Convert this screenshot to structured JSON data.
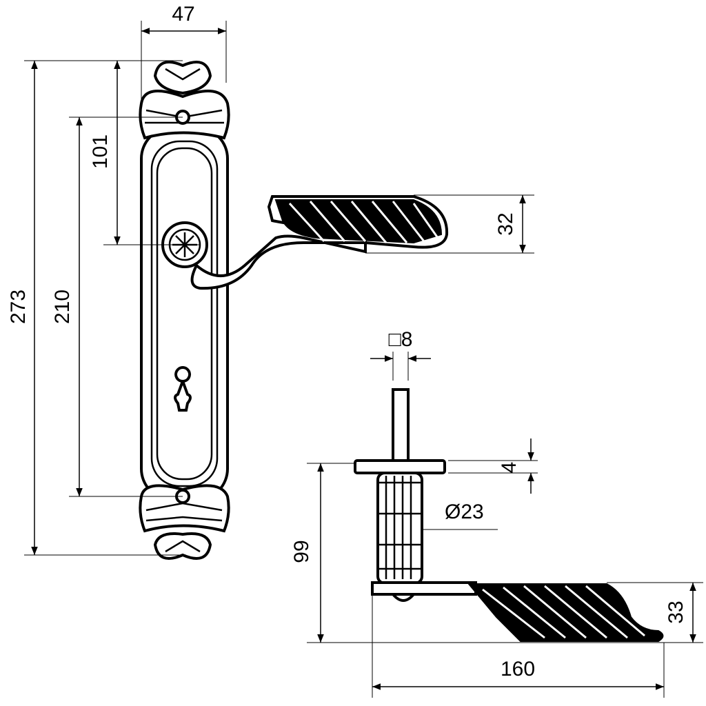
{
  "drawing": {
    "front_view": {
      "plate_width": "47",
      "top_to_rosette": "101",
      "overall_height": "273",
      "fixing_centres": "210",
      "lever_height": "32"
    },
    "side_view": {
      "spindle_square": "□8",
      "rose_thickness": "4",
      "neck_diameter": "Ø23",
      "projection": "99",
      "lever_height": "33",
      "lever_length": "160"
    },
    "colors": {
      "line": "#000000",
      "background": "#ffffff"
    }
  }
}
